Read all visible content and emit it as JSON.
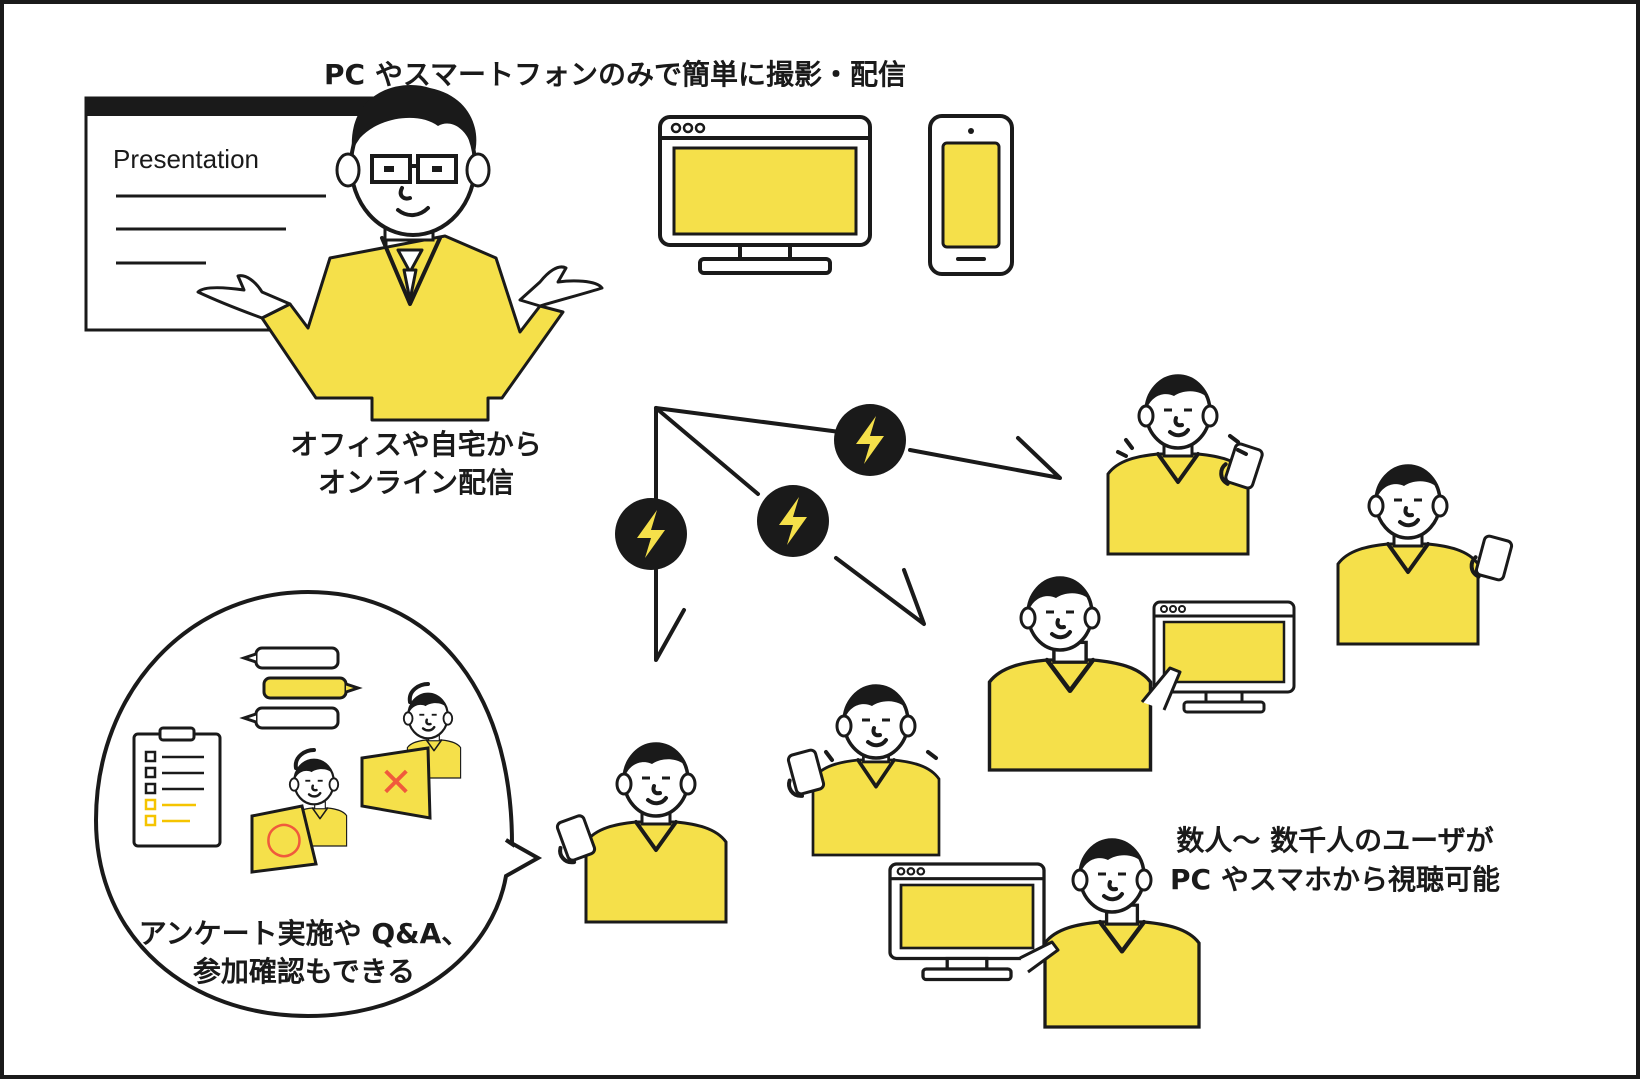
{
  "title": "PC やスマートフォンのみで簡単に撮影・配信",
  "slide_label": "Presentation",
  "presenter_caption": [
    "オフィスや自宅から",
    "オンライン配信"
  ],
  "viewers_caption": [
    "数人～ 数千人のユーザが",
    "PC やスマホから視聴可能"
  ],
  "features_caption": [
    "アンケート実施や Q&A、",
    "参加確認もできる"
  ],
  "quiz_marks": {
    "correct": "○",
    "wrong": "✕"
  },
  "colors": {
    "accent": "#f5e04a",
    "ink": "#1a1a1a",
    "correct": "#f05a3c",
    "wrong": "#f05a3c"
  },
  "icons": [
    "lightning-icon",
    "monitor-icon",
    "smartphone-icon",
    "clipboard-icon",
    "chat-bubble-icon"
  ]
}
